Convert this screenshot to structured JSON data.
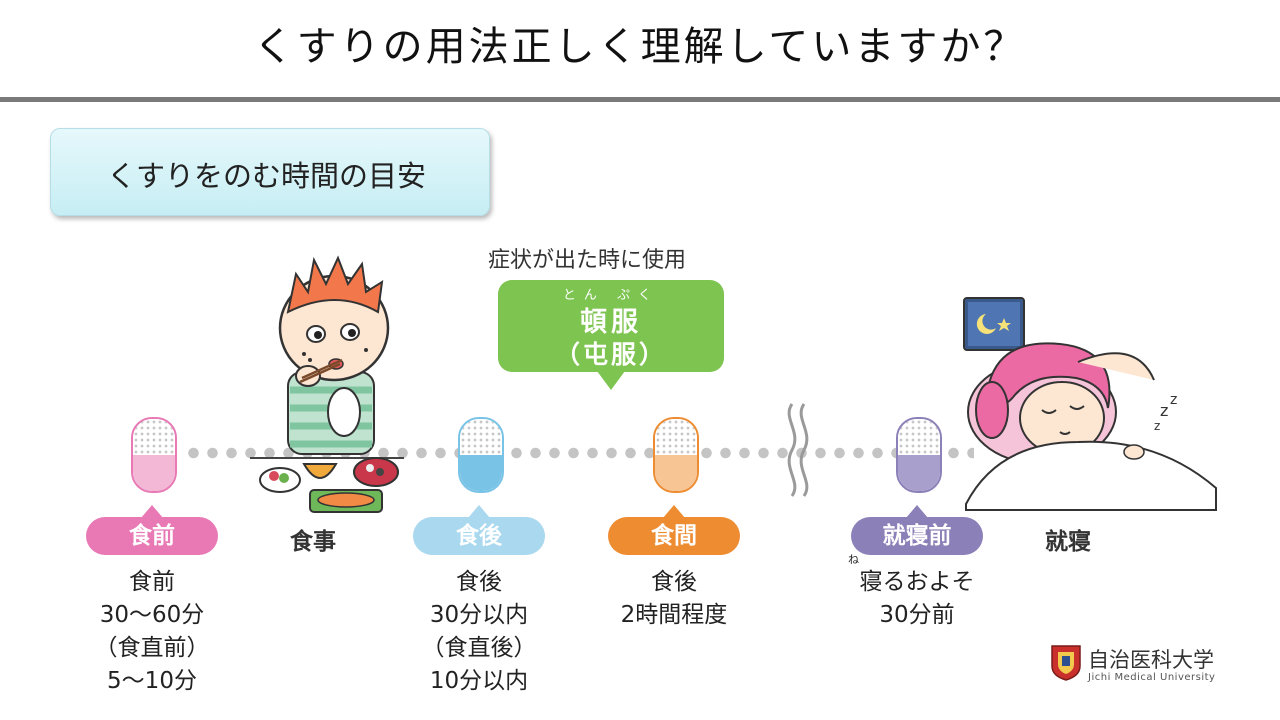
{
  "title": "くすりの用法正しく理解していますか？",
  "section_heading": "くすりをのむ時間の目安",
  "symptom_note": "症状が出た時に使用",
  "tonpuku": {
    "ruby": "とん ぷく",
    "line1": "頓服",
    "line2": "（屯服）",
    "color": "#7dc450"
  },
  "timings": [
    {
      "label": "食前",
      "tag_color": "#e879b5",
      "capsule_color": "#f2b8d6",
      "desc": [
        "食前",
        "30〜60分",
        "（食直前）",
        "5〜10分"
      ]
    },
    {
      "label": "食後",
      "tag_color": "#a9d8ef",
      "capsule_color": "#79c3e6",
      "desc": [
        "食後",
        "30分以内",
        "（食直後）",
        "10分以内"
      ]
    },
    {
      "label": "食間",
      "tag_color": "#ee8c32",
      "capsule_color": "#f7c594",
      "desc": [
        "食後",
        "2時間程度"
      ]
    },
    {
      "label": "就寝前",
      "tag_color": "#8c80b8",
      "capsule_color": "#a89fcd",
      "desc_ruby": "ね",
      "desc": [
        "寝るおよそ",
        "30分前"
      ]
    }
  ],
  "meal_label": "食事",
  "sleep_label": "就寝",
  "logo": {
    "name": "自治医科大学",
    "sub": "Jichi Medical University"
  }
}
